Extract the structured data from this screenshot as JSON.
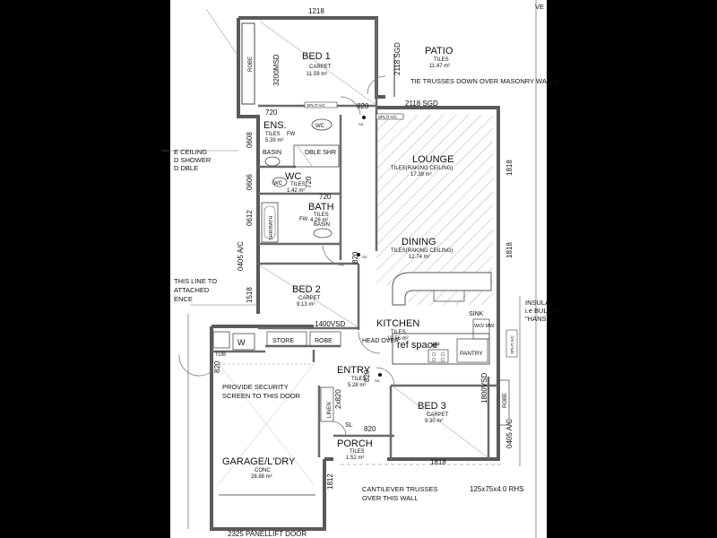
{
  "colors": {
    "frame": "#000000",
    "paper": "#ffffff",
    "wall": "#5a5a5a",
    "ink": "#111111",
    "hatch": "#9a9a9a"
  },
  "rooms": {
    "bed1": {
      "name": "BED 1",
      "finish": "CARPET",
      "area": "11.59 m²"
    },
    "patio": {
      "name": "PATIO",
      "finish": "TILES",
      "area": "11.47 m²"
    },
    "ens": {
      "name": "ENS.",
      "finish": "TILES",
      "fw": "FW",
      "area": "5.39 m²"
    },
    "wc": {
      "name": "WC",
      "finish": "TILES",
      "area": "1.42 m²"
    },
    "bath": {
      "name": "BATH",
      "finish": "TILES",
      "fw": "FW",
      "area": "4.28 m²"
    },
    "lounge": {
      "name": "LOUNGE",
      "finish": "TILES(RAKING CEILING)",
      "area": "17.39 m²"
    },
    "dining": {
      "name": "DINING",
      "finish": "TILES(RAKING CEILING)",
      "area": "12.74 m²"
    },
    "bed2": {
      "name": "BED 2",
      "finish": "CARPET",
      "area": "9.13 m²"
    },
    "kitchen": {
      "name": "KITCHEN",
      "finish": "TILES",
      "area": "10.56 m²"
    },
    "entry": {
      "name": "ENTRY",
      "finish": "TILES",
      "area": "5.28 m²"
    },
    "bed3": {
      "name": "BED 3",
      "finish": "CARPET",
      "area": "9.30 m²"
    },
    "porch": {
      "name": "PORCH",
      "finish": "TILES",
      "area": "1.52 m²"
    },
    "garage": {
      "name": "GARAGE/L'DRY",
      "finish": "CONC",
      "area": "28.88 m²"
    }
  },
  "fixtures": {
    "robe": "ROBE",
    "split_ac": "SPLIT A/C",
    "wc": "WC",
    "basin": "BASIN",
    "dble_shr": "DBLE SHR",
    "shr_bath": "SHR/BATH",
    "sink": "SINK",
    "hp": "HP",
    "pantry": "PANTRY",
    "wo_mw": "WO/ MW",
    "ref_space": "ref space",
    "head_over": "HEAD OVER",
    "store": "STORE",
    "robe2": "ROBE",
    "tub": "TUB",
    "w": "W",
    "linen": "LINEN",
    "sl": "SL",
    "sd": "SD"
  },
  "dimensions": {
    "top_1218": "1218",
    "bed1_3200msd": "3200MSD",
    "patio_2118sgd_v": "2118 SGD",
    "lounge_2118sgd": "2118 SGD",
    "d720_a": "720",
    "d820_a": "820",
    "d0608": "0608",
    "d0606": "0606",
    "d720_b": "720",
    "d720_c": "720",
    "d0612": "0612",
    "d0405ac_left": "0405 A/C",
    "d820_b": "820",
    "d1518": "1518",
    "d1818_a": "1818",
    "d1818_b": "1818",
    "d1400vsd": "1400VSD",
    "d820_c": "820",
    "d2x820": "2x820",
    "d820_d": "820",
    "d1800vsd": "1800VSD",
    "d0405ac_right": "0405 A/C",
    "d820_e": "820",
    "d1818_bottom": "1818",
    "d1812": "1812",
    "d2325": "2325 PANELLIFT DOOR",
    "beam": "125x75x4.0 RHS"
  },
  "notes": {
    "trusses": "TIE TRUSSES DOWN OVER MASONRY WALLS",
    "ceiling_l1": "E CEILING",
    "ceiling_l2": "D SHOWER",
    "ceiling_l3": "D DBLE",
    "line_l1": "THIS LINE TO",
    "line_l2": "ATTACHED",
    "line_l3": "ENCE",
    "security_l1": "PROVIDE SECURITY",
    "security_l2": "SCREEN TO THIS DOOR",
    "cantilever_l1": "CANTILEVER TRUSSES",
    "cantilever_l2": "OVER THIS WALL",
    "insul_l1": "INSULA",
    "insul_l2": "i.e BULK IN",
    "insul_l3": "\"HANS",
    "ve": "VE"
  }
}
